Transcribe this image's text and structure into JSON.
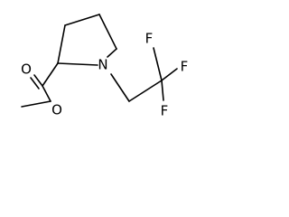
{
  "atoms": {
    "n": "N",
    "o_carbonyl": "O",
    "o_ester": "O",
    "f_top": "F",
    "f_right": "F",
    "f_bottom": "F"
  }
}
